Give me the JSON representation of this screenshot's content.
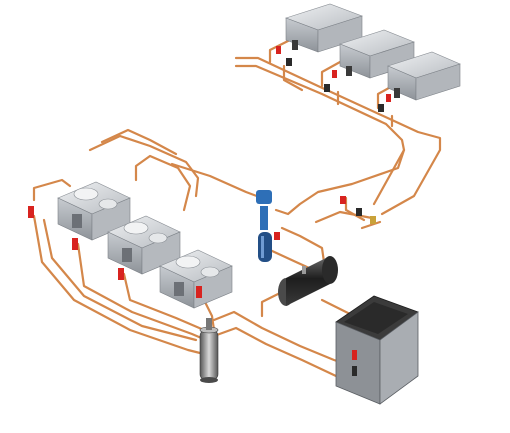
{
  "diagram": {
    "kind": "refrigeration piping schematic",
    "colors": {
      "background": "#ffffff",
      "pipe": "#d4874a",
      "pipe_dark": "#a85a28",
      "unit_metal": "#c9ccd0",
      "unit_shade": "#9ea3a9",
      "cabinet_top": "#3b3b3b",
      "cabinet_body": "#8d9196",
      "vessel": "#2c2c2c",
      "valve_red": "#d8231f",
      "accent_blue": "#2e6fb7"
    },
    "components": [
      {
        "id": "evaporator-1",
        "icon": "evaporator-unit-icon"
      },
      {
        "id": "evaporator-2",
        "icon": "evaporator-unit-icon"
      },
      {
        "id": "evaporator-3",
        "icon": "evaporator-unit-icon"
      },
      {
        "id": "compressor-1",
        "icon": "compressor-icon"
      },
      {
        "id": "compressor-2",
        "icon": "compressor-icon"
      },
      {
        "id": "compressor-3",
        "icon": "compressor-icon"
      },
      {
        "id": "oil-separator",
        "icon": "separator-icon"
      },
      {
        "id": "suction-accumulator",
        "icon": "accumulator-icon"
      },
      {
        "id": "liquid-receiver",
        "icon": "receiver-tank-icon"
      },
      {
        "id": "condenser-cabinet",
        "icon": "condenser-icon"
      }
    ]
  }
}
